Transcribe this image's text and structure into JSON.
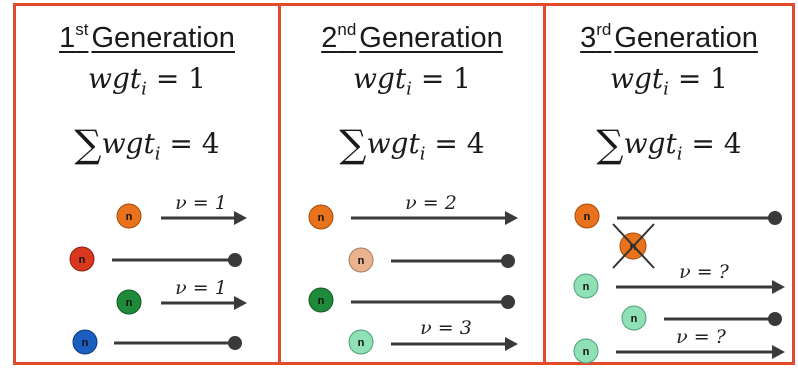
{
  "panels": [
    {
      "ordinal": "1",
      "ordinal_suffix": "st",
      "title": "Generation",
      "weight_eq": "= 1",
      "sum_eq": "= 4",
      "nu_labels": [
        "ν = 1",
        "ν = 1"
      ]
    },
    {
      "ordinal": "2",
      "ordinal_suffix": "nd",
      "title": "Generation",
      "weight_eq": "= 1",
      "sum_eq": "= 4",
      "nu_labels": [
        "ν = 2",
        "ν = 3"
      ]
    },
    {
      "ordinal": "3",
      "ordinal_suffix": "rd",
      "title": "Generation",
      "weight_eq": "= 1",
      "sum_eq": "= 4",
      "nu_labels": [
        "ν = ?",
        "ν = ?"
      ]
    }
  ],
  "symbols": {
    "weight_var": "wgt",
    "index": "i",
    "sigma": "∑",
    "neutron_label": "n"
  },
  "colors": {
    "border": "#e24a2b",
    "orange": "#e8731c",
    "red": "#d9381e",
    "green": "#1f8a3a",
    "blue": "#1a5fbf",
    "peach": "#e9b38f",
    "mint": "#8fe0b5",
    "line": "#3a3a3a"
  }
}
